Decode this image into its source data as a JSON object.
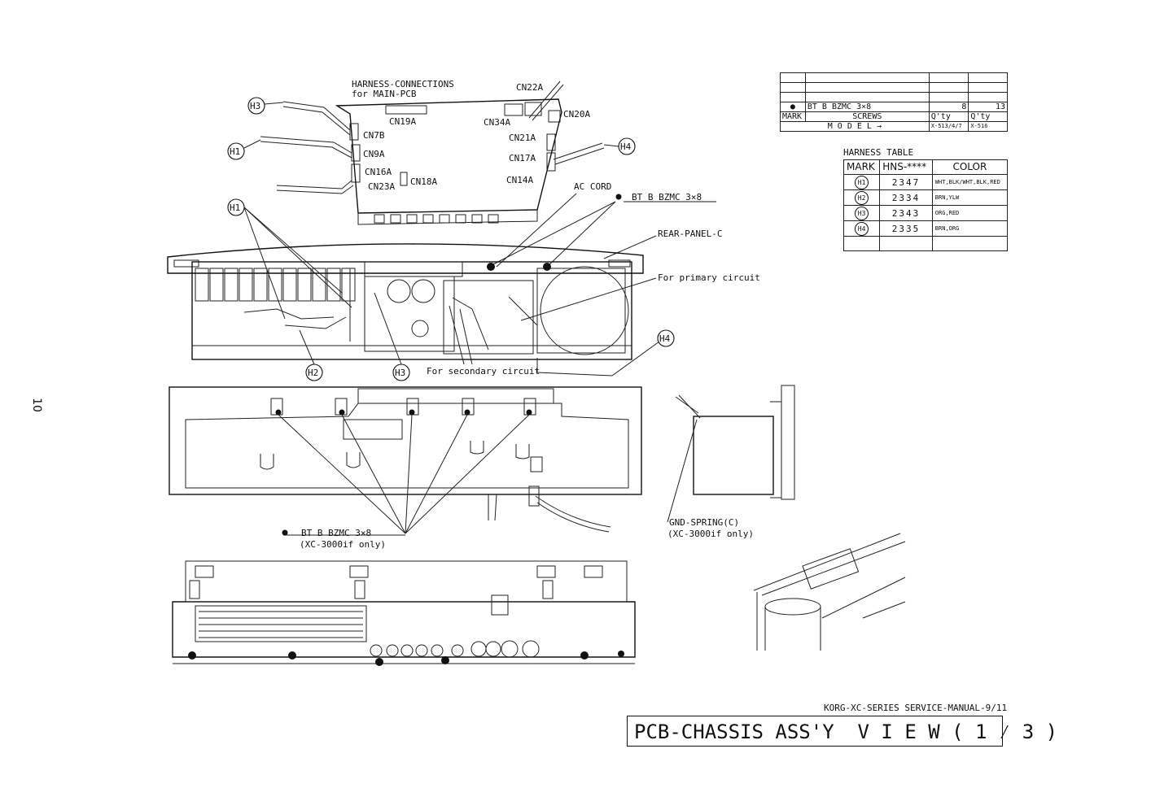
{
  "page_number": "10",
  "harness_block": {
    "title_line1": "HARNESS-CONNECTIONS",
    "title_line2": "for MAIN-PCB",
    "connectors": [
      "CN22A",
      "CN19A",
      "CN34A",
      "CN20A",
      "CN7B",
      "CN9A",
      "CN16A",
      "CN23A",
      "CN18A",
      "CN21A",
      "CN17A",
      "CN14A"
    ]
  },
  "callouts": {
    "h1": "H1",
    "h2": "H2",
    "h3": "H3",
    "h4": "H4",
    "ac_cord": "AC CORD",
    "screw_label": "BT B BZMC 3×8",
    "rear_panel": "REAR-PANEL-C",
    "primary": "For primary circuit",
    "secondary": "For secondary circuit",
    "screw_note_line1": "BT B BZMC 3×8",
    "screw_note_line2": "(XC-3000if only)",
    "gnd_line1": "GND-SPRING(C)",
    "gnd_line2": "(XC-3000if only)"
  },
  "screw_table": {
    "row_item": "BT B BZMC 3×8",
    "qty_a": "8",
    "qty_b": "13",
    "mark_header": "MARK",
    "screws_header": "SCREWS",
    "qty_header_a": "Q'ty",
    "qty_header_b": "Q'ty",
    "model_label": "M O D E L →",
    "model_a": "X-513/4/7",
    "model_b": "X-516"
  },
  "harness_table": {
    "title": "HARNESS TABLE",
    "headers": [
      "MARK",
      "HNS-****",
      "COLOR"
    ],
    "rows": [
      {
        "mark": "H1",
        "hns": "2347",
        "color": "WHT,BLK/WHT,BLK,RED"
      },
      {
        "mark": "H2",
        "hns": "2334",
        "color": "BRN,YLW"
      },
      {
        "mark": "H3",
        "hns": "2343",
        "color": "ORG,RED"
      },
      {
        "mark": "H4",
        "hns": "2335",
        "color": "BRN,ORG"
      }
    ]
  },
  "footer": {
    "manual": "KORG-XC-SERIES SERVICE-MANUAL-9/11",
    "title": "PCB-CHASSIS ASS'Y  V I E W ( 1 ⁄ 3 )"
  }
}
